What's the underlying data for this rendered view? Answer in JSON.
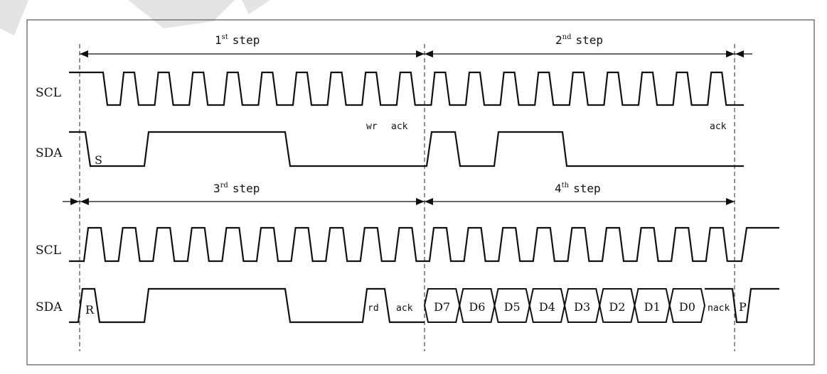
{
  "steps": [
    {
      "num": "1",
      "sup": "st",
      "word": "step"
    },
    {
      "num": "2",
      "sup": "nd",
      "word": "step"
    },
    {
      "num": "3",
      "sup": "rd",
      "word": "step"
    },
    {
      "num": "4",
      "sup": "th",
      "word": "step"
    }
  ],
  "signals": {
    "top_clock": "SCL",
    "top_data": "SDA",
    "bottom_clock": "SCL",
    "bottom_data": "SDA"
  },
  "top_annotations": {
    "start": "S",
    "wr": "wr",
    "ack1": "ack",
    "ack2": "ack"
  },
  "bottom_annotations": {
    "restart": "R",
    "rd": "rd",
    "ack": "ack",
    "nack": "nack",
    "stop": "P"
  },
  "data_bits": [
    "D7",
    "D6",
    "D5",
    "D4",
    "D3",
    "D2",
    "D1",
    "D0"
  ]
}
